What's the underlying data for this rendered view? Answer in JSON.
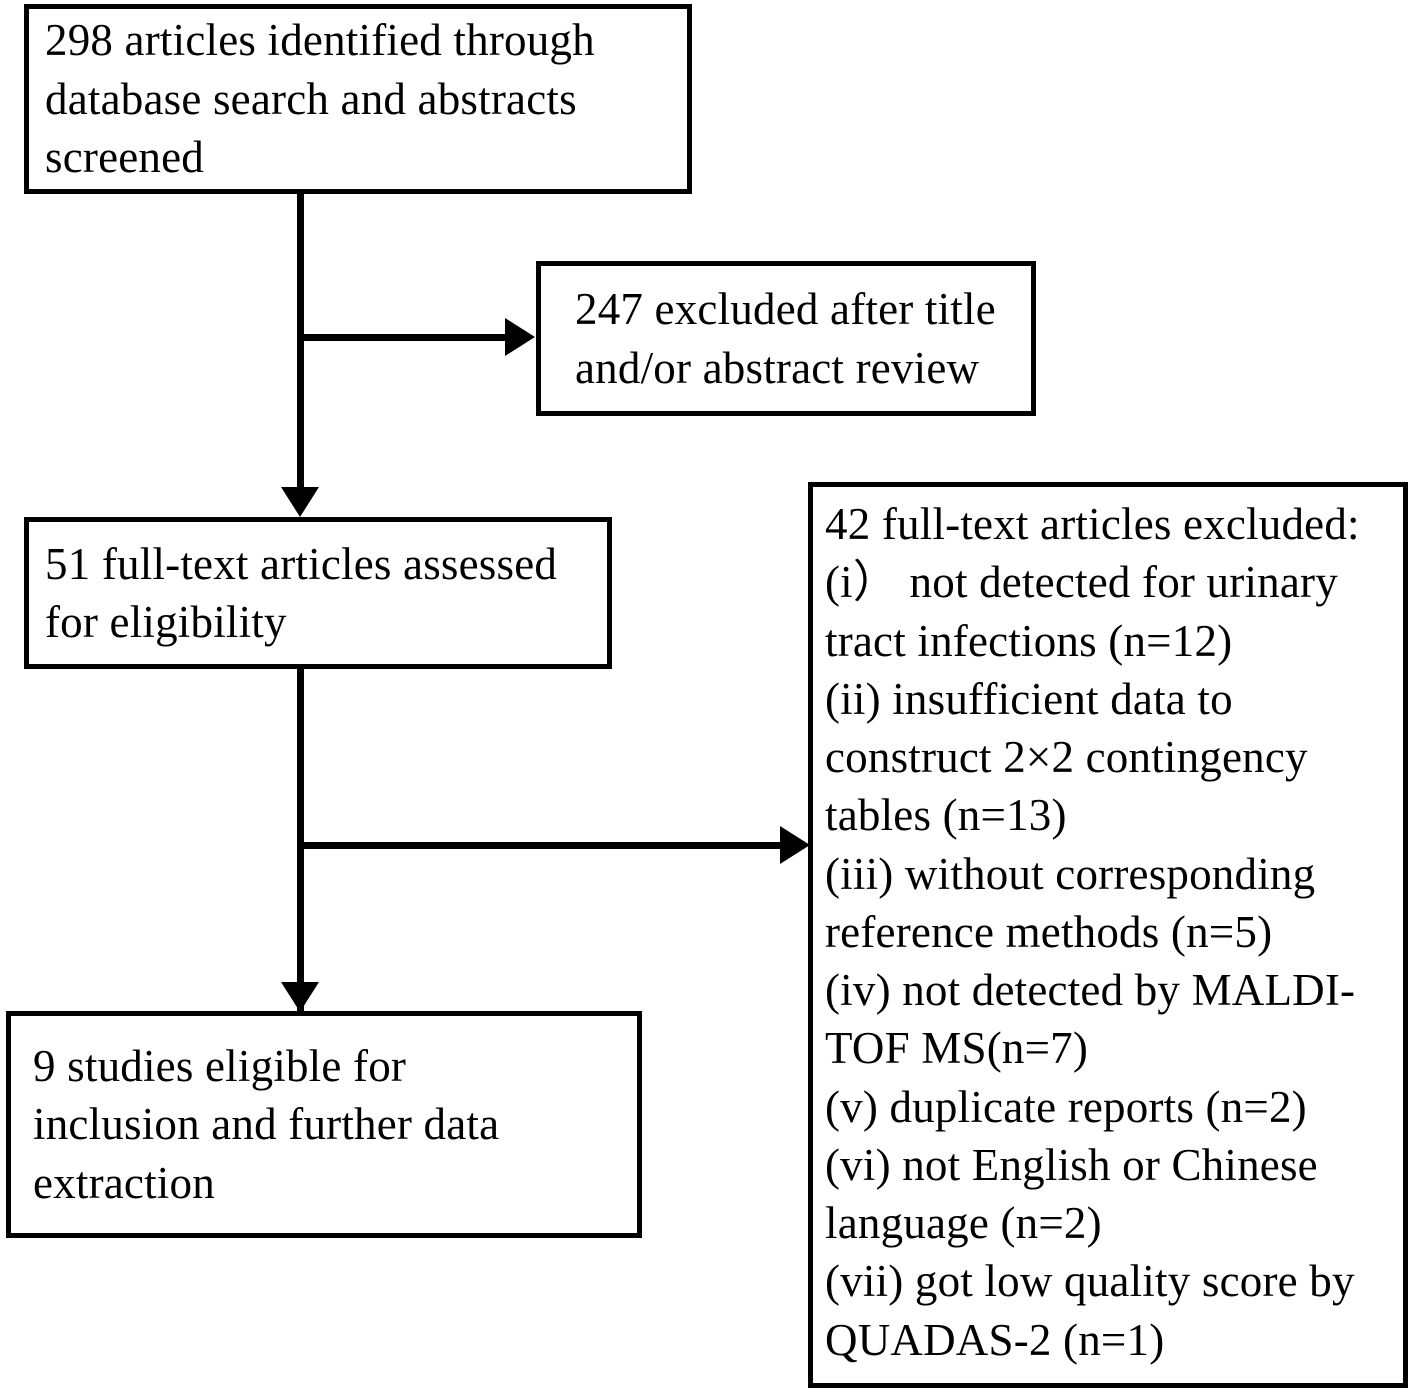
{
  "diagram": {
    "title": "PRISMA study selection flow diagram",
    "type": "prisma-flow-diagram",
    "boxes": {
      "identified": {
        "count": 298,
        "text": "298  articles identified through\ndatabase search and abstracts\nscreened"
      },
      "excluded_title_abstract": {
        "count": 247,
        "text": "247 excluded after title\nand/or abstract review"
      },
      "assessed": {
        "count": 51,
        "text": "51 full-text articles assessed\nfor eligibility"
      },
      "fulltext_excluded": {
        "count": 42,
        "heading": "42 full-text articles excluded:",
        "reasons": [
          {
            "marker": "(i）",
            "reason": "not detected for urinary tract infections",
            "n": 12
          },
          {
            "marker": "(ii)",
            "reason": "insufficient data to construct 2×2 contingency tables",
            "n": 13
          },
          {
            "marker": "(iii)",
            "reason": "without corresponding reference methods",
            "n": 5
          },
          {
            "marker": "(iv)",
            "reason": "not detected by MALDI-TOF MS",
            "n": 7
          },
          {
            "marker": "(v)",
            "reason": "duplicate reports",
            "n": 2
          },
          {
            "marker": "(vi)",
            "reason": "not English or Chinese language",
            "n": 2
          },
          {
            "marker": "(vii)",
            "reason": "got low quality score by QUADAS-2",
            "n": 1
          }
        ],
        "text": "42 full-text articles excluded:\n(i） not detected for urinary\ntract infections (n=12)\n(ii)  insufficient data to\nconstruct 2×2 contingency\ntables (n=13)\n(iii) without corresponding\nreference methods (n=5)\n(iv) not detected by MALDI-\nTOF MS(n=7)\n(v) duplicate reports (n=2)\n(vi) not English or Chinese\nlanguage (n=2)\n(vii) got low quality score by\nQUADAS-2 (n=1)"
      },
      "eligible": {
        "count": 9,
        "text": "9 studies eligible for\ninclusion and further data\nextraction"
      }
    },
    "connectors": [
      {
        "name": "identified-to-assessed",
        "from": "identified",
        "to": "assessed",
        "direction": "down"
      },
      {
        "name": "identified-to-excluded-title-abstract",
        "from": "identified",
        "to": "excluded_title_abstract",
        "direction": "right"
      },
      {
        "name": "assessed-to-eligible",
        "from": "assessed",
        "to": "eligible",
        "direction": "down"
      },
      {
        "name": "assessed-to-fulltext-excluded",
        "from": "assessed",
        "to": "fulltext_excluded",
        "direction": "right"
      }
    ],
    "colors": {
      "background": "#ffffff",
      "stroke": "#000000",
      "text": "#000000"
    }
  }
}
